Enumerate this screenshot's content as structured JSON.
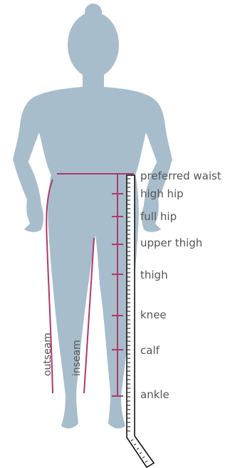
{
  "colors": {
    "figure": "#a7bdcc",
    "measure": "#b0386b",
    "tape_stroke": "#111111",
    "tape_fill": "#ffffff",
    "text": "#555555"
  },
  "labels": {
    "preferred_waist": "preferred waist",
    "high_hip": "high hip",
    "full_hip": "full hip",
    "upper_thigh": "upper thigh",
    "thigh": "thigh",
    "knee": "knee",
    "calf": "calf",
    "ankle": "ankle",
    "outseam": "outseam",
    "inseam": "inseam"
  }
}
